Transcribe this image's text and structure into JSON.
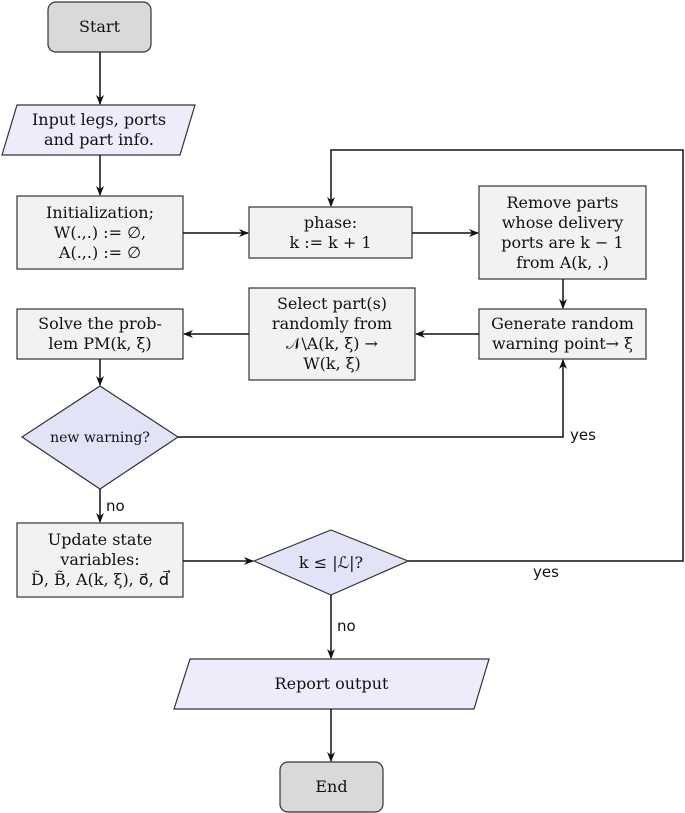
{
  "colors": {
    "terminal_fill": "#d9d9d9",
    "process_fill": "#f2f2f2",
    "io_fill": "#ececfb",
    "decision_fill": "#e3e3f7",
    "stroke": "#333333"
  },
  "nodes": {
    "start": {
      "lines": [
        "Start"
      ]
    },
    "input": {
      "lines": [
        "Input legs, ports",
        "and part info."
      ]
    },
    "init": {
      "lines": [
        "Initialization;",
        "W(.,.) := ∅,",
        "A(.,.) := ∅"
      ]
    },
    "phase": {
      "lines": [
        "phase:",
        "k := k + 1"
      ]
    },
    "remove": {
      "lines": [
        "Remove parts",
        "whose delivery",
        "ports are k − 1",
        "from A(k, .)"
      ]
    },
    "generate": {
      "lines": [
        "Generate random",
        "warning point→ ξ"
      ]
    },
    "select": {
      "lines": [
        "Select part(s)",
        "randomly from",
        "𝒩\\A(k, ξ) →",
        "W(k, ξ)"
      ]
    },
    "solve": {
      "lines": [
        "Solve the prob-",
        "lem PM(k, ξ)"
      ]
    },
    "new_warning": {
      "lines": [
        "new warning?"
      ]
    },
    "update": {
      "lines": [
        "Update state",
        "variables:",
        "D̃, B̃, A(k, ξ), o⃗, d⃗"
      ]
    },
    "k_check": {
      "lines": [
        "k ≤ |ℒ|?"
      ]
    },
    "report": {
      "lines": [
        "Report output"
      ]
    },
    "end": {
      "lines": [
        "End"
      ]
    }
  },
  "edge_labels": {
    "warning_yes": "yes",
    "warning_no": "no",
    "check_yes": "yes",
    "check_no": "no"
  }
}
